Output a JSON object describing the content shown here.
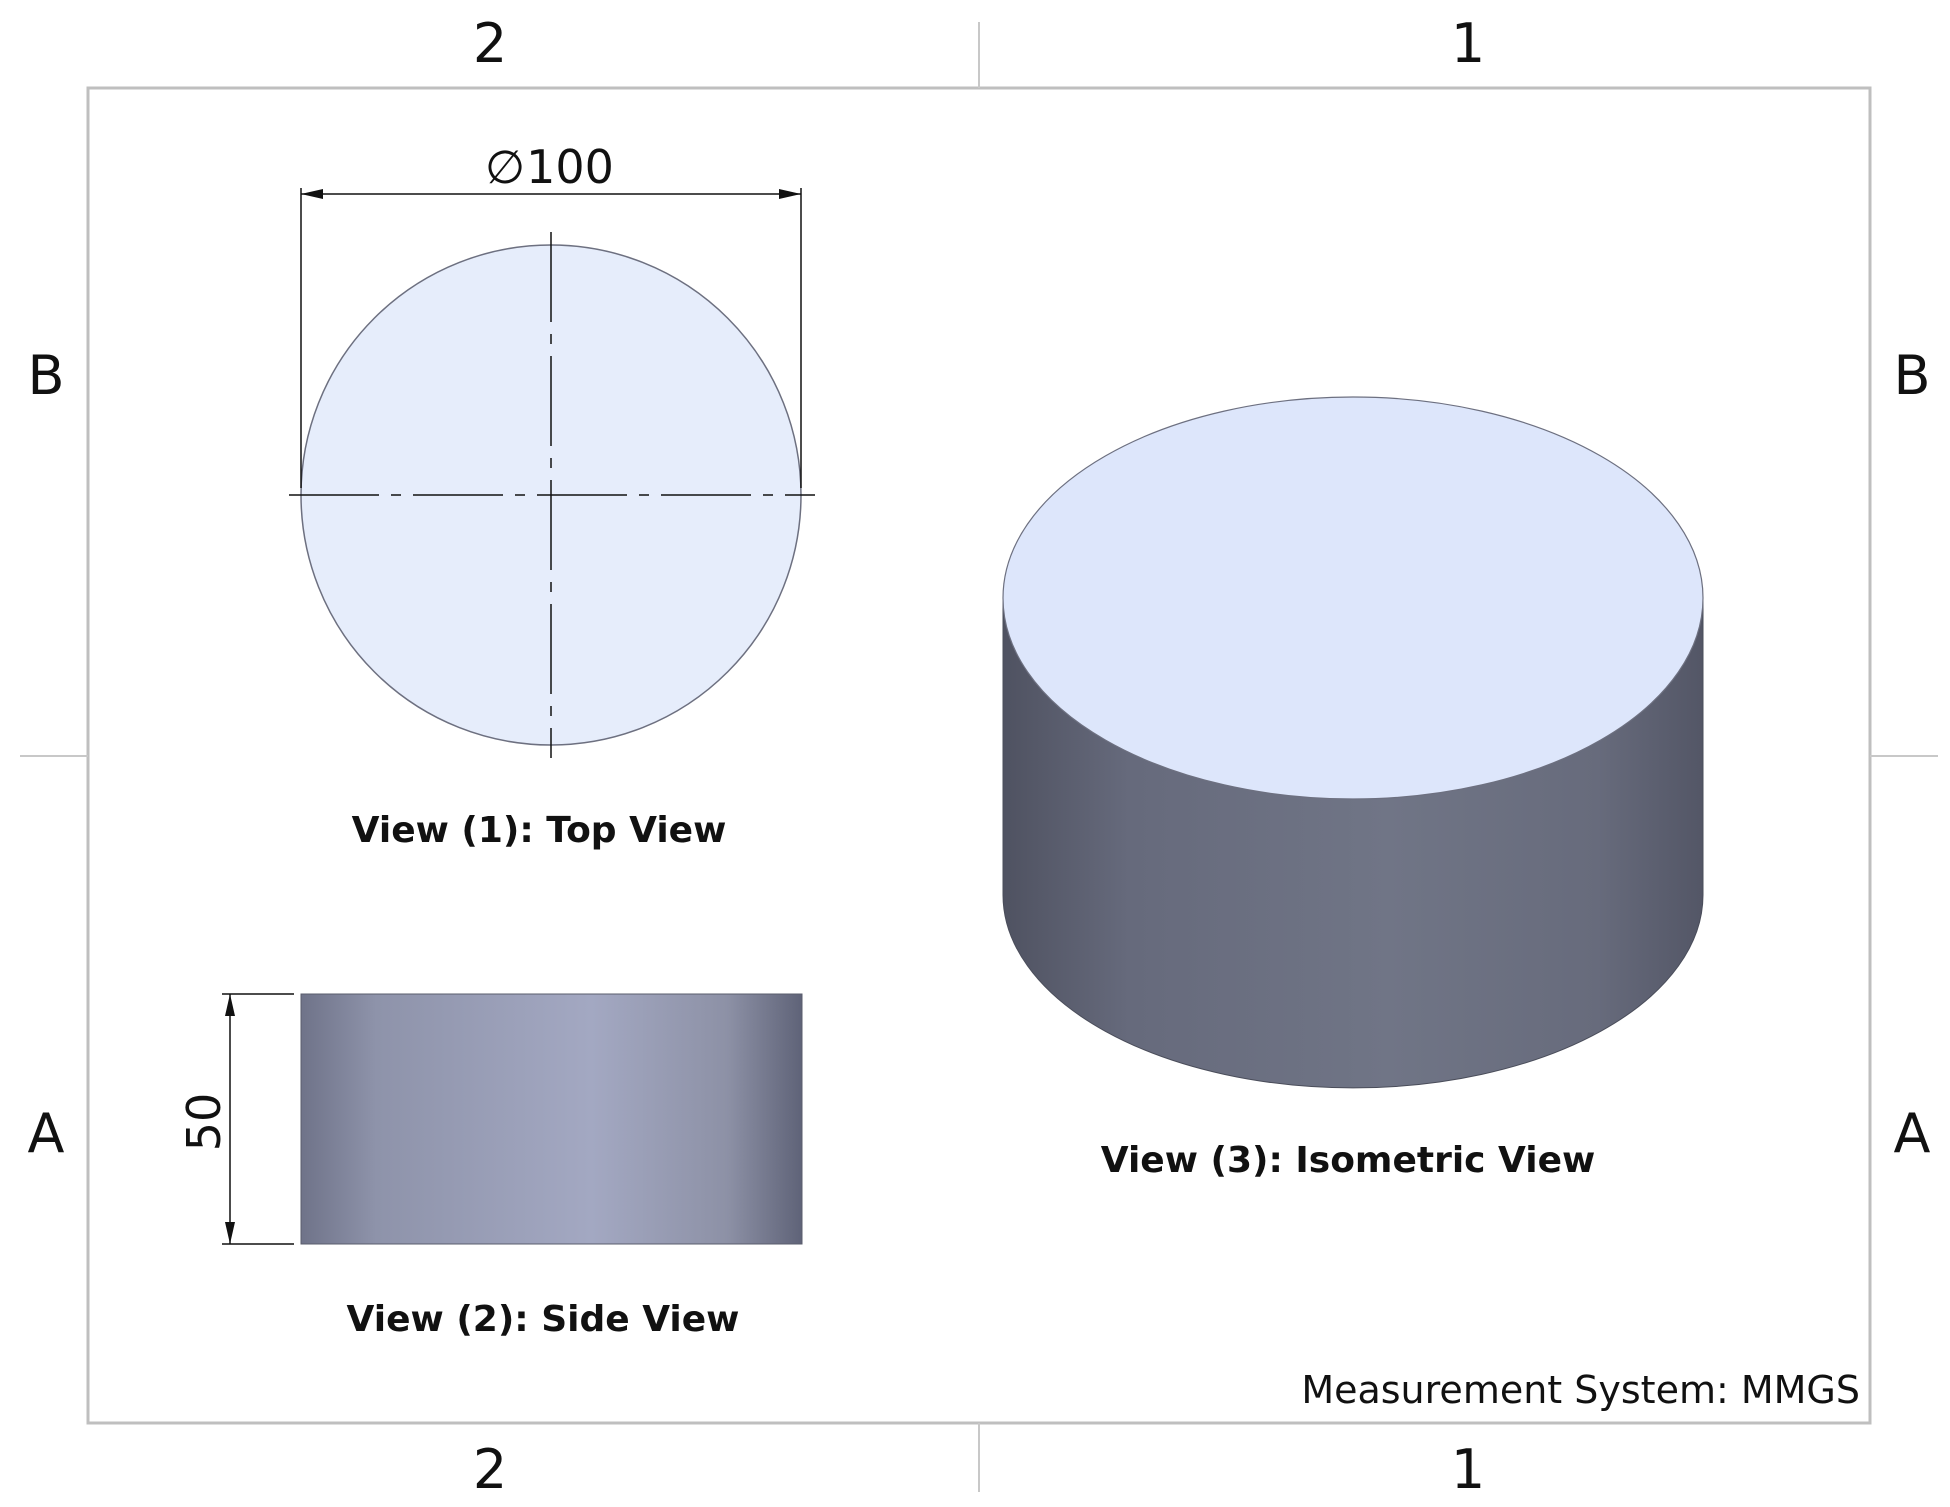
{
  "sheet": {
    "zones": {
      "columns": [
        "2",
        "1"
      ],
      "rows": [
        "B",
        "A"
      ]
    },
    "measurement_system": "Measurement System: MMGS"
  },
  "views": {
    "top": {
      "caption": "View (1): Top View",
      "dimension": "100",
      "dimension_symbol": "∅"
    },
    "side": {
      "caption": "View (2): Side View",
      "dimension": "50"
    },
    "isometric": {
      "caption": "View (3): Isometric View"
    }
  },
  "colors": {
    "face_light": "#e6edfb",
    "iso_top": "#dde6fb",
    "side_light": "#a3a8c2",
    "side_dark": "#5f6378",
    "iso_side_dark": "#4f5261",
    "iso_side_mid": "#6f7384",
    "border": "#bfbfbf",
    "line": "#111111"
  }
}
